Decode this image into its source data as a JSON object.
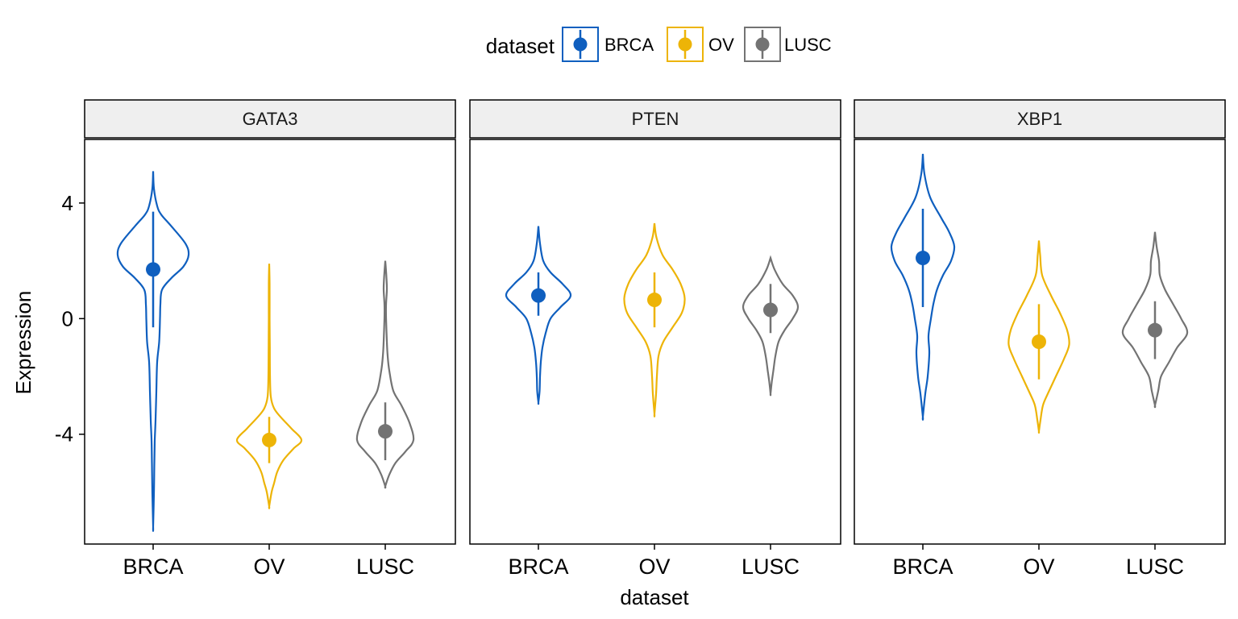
{
  "chart_data": {
    "type": "violin",
    "xlabel": "dataset",
    "ylabel": "Expression",
    "ylim": [
      -7.8,
      6.2
    ],
    "yticks": [
      {
        "value": 4,
        "label": "4"
      },
      {
        "value": 0,
        "label": "0"
      },
      {
        "value": -4,
        "label": "-4"
      }
    ],
    "categories": [
      "BRCA",
      "OV",
      "LUSC"
    ],
    "legend": {
      "title": "dataset",
      "position": "top",
      "entries": [
        {
          "label": "BRCA",
          "color": "#0F5FBF"
        },
        {
          "label": "OV",
          "color": "#EDB407"
        },
        {
          "label": "LUSC",
          "color": "#737373"
        }
      ]
    },
    "panels": [
      {
        "title": "GATA3",
        "violins": [
          {
            "category": "BRCA",
            "median": 1.7,
            "range": [
              -0.3,
              3.7
            ],
            "density": [
              [
                5.1,
                0
              ],
              [
                4.5,
                0.02
              ],
              [
                3.9,
                0.1
              ],
              [
                3.6,
                0.2
              ],
              [
                3.2,
                0.45
              ],
              [
                2.6,
                0.8
              ],
              [
                2.2,
                0.88
              ],
              [
                1.8,
                0.75
              ],
              [
                1.4,
                0.45
              ],
              [
                1.0,
                0.22
              ],
              [
                0.5,
                0.18
              ],
              [
                0,
                0.17
              ],
              [
                -0.8,
                0.15
              ],
              [
                -1.5,
                0.1
              ],
              [
                -2.5,
                0.08
              ],
              [
                -3.5,
                0.06
              ],
              [
                -4.2,
                0.04
              ],
              [
                -5,
                0.03
              ],
              [
                -6,
                0.02
              ],
              [
                -7.2,
                0
              ]
            ]
          },
          {
            "category": "OV",
            "median": -4.2,
            "range": [
              -5.0,
              -3.4
            ],
            "density": [
              [
                1.9,
                0
              ],
              [
                1.2,
                0.01
              ],
              [
                0,
                0.01
              ],
              [
                -1.0,
                0.015
              ],
              [
                -2.0,
                0.02
              ],
              [
                -2.7,
                0.04
              ],
              [
                -3.1,
                0.12
              ],
              [
                -3.4,
                0.28
              ],
              [
                -3.8,
                0.55
              ],
              [
                -4.2,
                0.8
              ],
              [
                -4.5,
                0.6
              ],
              [
                -4.9,
                0.35
              ],
              [
                -5.3,
                0.2
              ],
              [
                -5.7,
                0.12
              ],
              [
                -6.0,
                0.06
              ],
              [
                -6.5,
                0
              ]
            ]
          },
          {
            "category": "LUSC",
            "median": -3.9,
            "range": [
              -4.9,
              -2.9
            ],
            "density": [
              [
                2.0,
                0
              ],
              [
                1.4,
                0.03
              ],
              [
                1.0,
                0.04
              ],
              [
                0.5,
                0.02
              ],
              [
                0,
                0.02
              ],
              [
                -0.8,
                0.04
              ],
              [
                -1.3,
                0.06
              ],
              [
                -1.8,
                0.1
              ],
              [
                -2.5,
                0.2
              ],
              [
                -3.0,
                0.4
              ],
              [
                -3.6,
                0.6
              ],
              [
                -4.2,
                0.7
              ],
              [
                -4.6,
                0.5
              ],
              [
                -5.0,
                0.25
              ],
              [
                -5.4,
                0.1
              ],
              [
                -5.8,
                0
              ]
            ]
          }
        ]
      },
      {
        "title": "PTEN",
        "violins": [
          {
            "category": "BRCA",
            "median": 0.8,
            "range": [
              0.1,
              1.6
            ],
            "density": [
              [
                3.2,
                0
              ],
              [
                2.6,
                0.04
              ],
              [
                2.0,
                0.12
              ],
              [
                1.6,
                0.3
              ],
              [
                1.2,
                0.6
              ],
              [
                0.8,
                0.8
              ],
              [
                0.4,
                0.55
              ],
              [
                0,
                0.3
              ],
              [
                -0.5,
                0.18
              ],
              [
                -1.0,
                0.1
              ],
              [
                -1.5,
                0.06
              ],
              [
                -2.0,
                0.04
              ],
              [
                -2.5,
                0.03
              ],
              [
                -2.9,
                0
              ]
            ]
          },
          {
            "category": "OV",
            "median": 0.65,
            "range": [
              -0.3,
              1.6
            ],
            "density": [
              [
                3.3,
                0
              ],
              [
                2.8,
                0.05
              ],
              [
                2.2,
                0.2
              ],
              [
                1.7,
                0.45
              ],
              [
                1.2,
                0.65
              ],
              [
                0.7,
                0.75
              ],
              [
                0.2,
                0.68
              ],
              [
                -0.3,
                0.45
              ],
              [
                -0.8,
                0.22
              ],
              [
                -1.3,
                0.1
              ],
              [
                -2.0,
                0.06
              ],
              [
                -2.6,
                0.04
              ],
              [
                -3.3,
                0
              ]
            ]
          },
          {
            "category": "LUSC",
            "median": 0.3,
            "range": [
              -0.5,
              1.2
            ],
            "density": [
              [
                2.1,
                0
              ],
              [
                1.7,
                0.1
              ],
              [
                1.2,
                0.3
              ],
              [
                0.8,
                0.55
              ],
              [
                0.4,
                0.68
              ],
              [
                0,
                0.55
              ],
              [
                -0.4,
                0.35
              ],
              [
                -0.8,
                0.2
              ],
              [
                -1.3,
                0.12
              ],
              [
                -1.8,
                0.07
              ],
              [
                -2.2,
                0.03
              ],
              [
                -2.6,
                0
              ]
            ]
          }
        ]
      },
      {
        "title": "XBP1",
        "violins": [
          {
            "category": "BRCA",
            "median": 2.1,
            "range": [
              0.4,
              3.8
            ],
            "density": [
              [
                5.7,
                0
              ],
              [
                5.0,
                0.04
              ],
              [
                4.2,
                0.18
              ],
              [
                3.5,
                0.45
              ],
              [
                3.0,
                0.65
              ],
              [
                2.5,
                0.78
              ],
              [
                2.0,
                0.7
              ],
              [
                1.5,
                0.5
              ],
              [
                1.0,
                0.35
              ],
              [
                0.5,
                0.26
              ],
              [
                0,
                0.2
              ],
              [
                -0.6,
                0.14
              ],
              [
                -1.2,
                0.16
              ],
              [
                -2.0,
                0.12
              ],
              [
                -2.6,
                0.06
              ],
              [
                -3.4,
                0
              ]
            ]
          },
          {
            "category": "OV",
            "median": -0.8,
            "range": [
              -2.1,
              0.5
            ],
            "density": [
              [
                2.7,
                0
              ],
              [
                2.2,
                0.03
              ],
              [
                1.5,
                0.08
              ],
              [
                0.8,
                0.3
              ],
              [
                0.2,
                0.52
              ],
              [
                -0.4,
                0.7
              ],
              [
                -0.9,
                0.75
              ],
              [
                -1.4,
                0.62
              ],
              [
                -2.0,
                0.42
              ],
              [
                -2.6,
                0.22
              ],
              [
                -3.0,
                0.1
              ],
              [
                -3.5,
                0.04
              ],
              [
                -3.9,
                0
              ]
            ]
          },
          {
            "category": "LUSC",
            "median": -0.4,
            "range": [
              -1.4,
              0.6
            ],
            "density": [
              [
                3.0,
                0
              ],
              [
                2.5,
                0.04
              ],
              [
                2.0,
                0.1
              ],
              [
                1.5,
                0.12
              ],
              [
                1.0,
                0.25
              ],
              [
                0.5,
                0.45
              ],
              [
                0,
                0.65
              ],
              [
                -0.5,
                0.8
              ],
              [
                -1.0,
                0.55
              ],
              [
                -1.5,
                0.35
              ],
              [
                -2.0,
                0.15
              ],
              [
                -2.5,
                0.08
              ],
              [
                -3.0,
                0
              ]
            ]
          }
        ]
      }
    ]
  }
}
